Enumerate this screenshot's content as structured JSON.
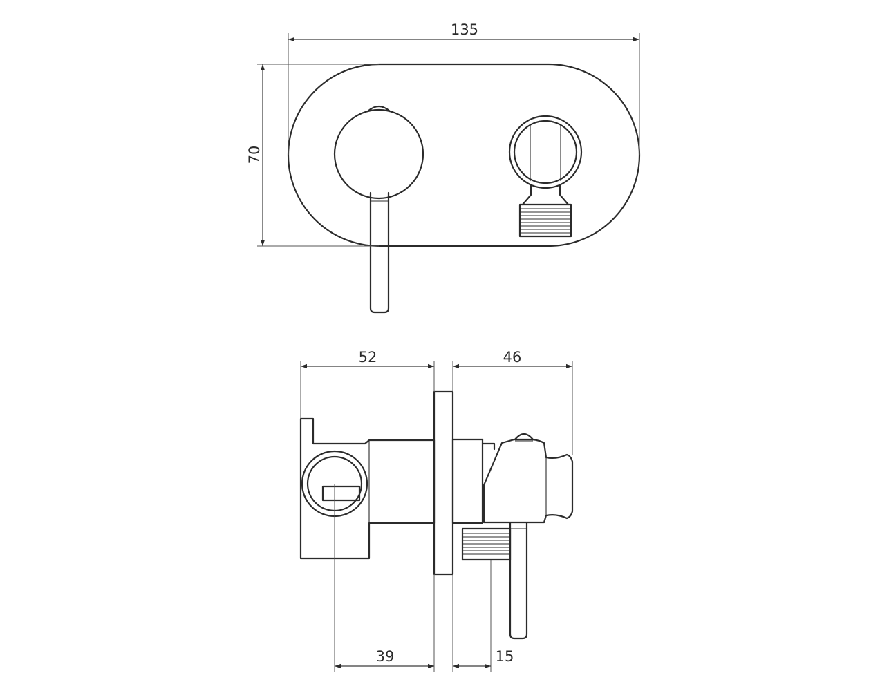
{
  "dimensions": {
    "width": "135",
    "height": "70",
    "body_depth": "52",
    "lever_depth": "46",
    "outlet_offset": "39",
    "outlet_thread": "15"
  },
  "colors": {
    "line": "#2b2b2b",
    "background": "#ffffff"
  }
}
